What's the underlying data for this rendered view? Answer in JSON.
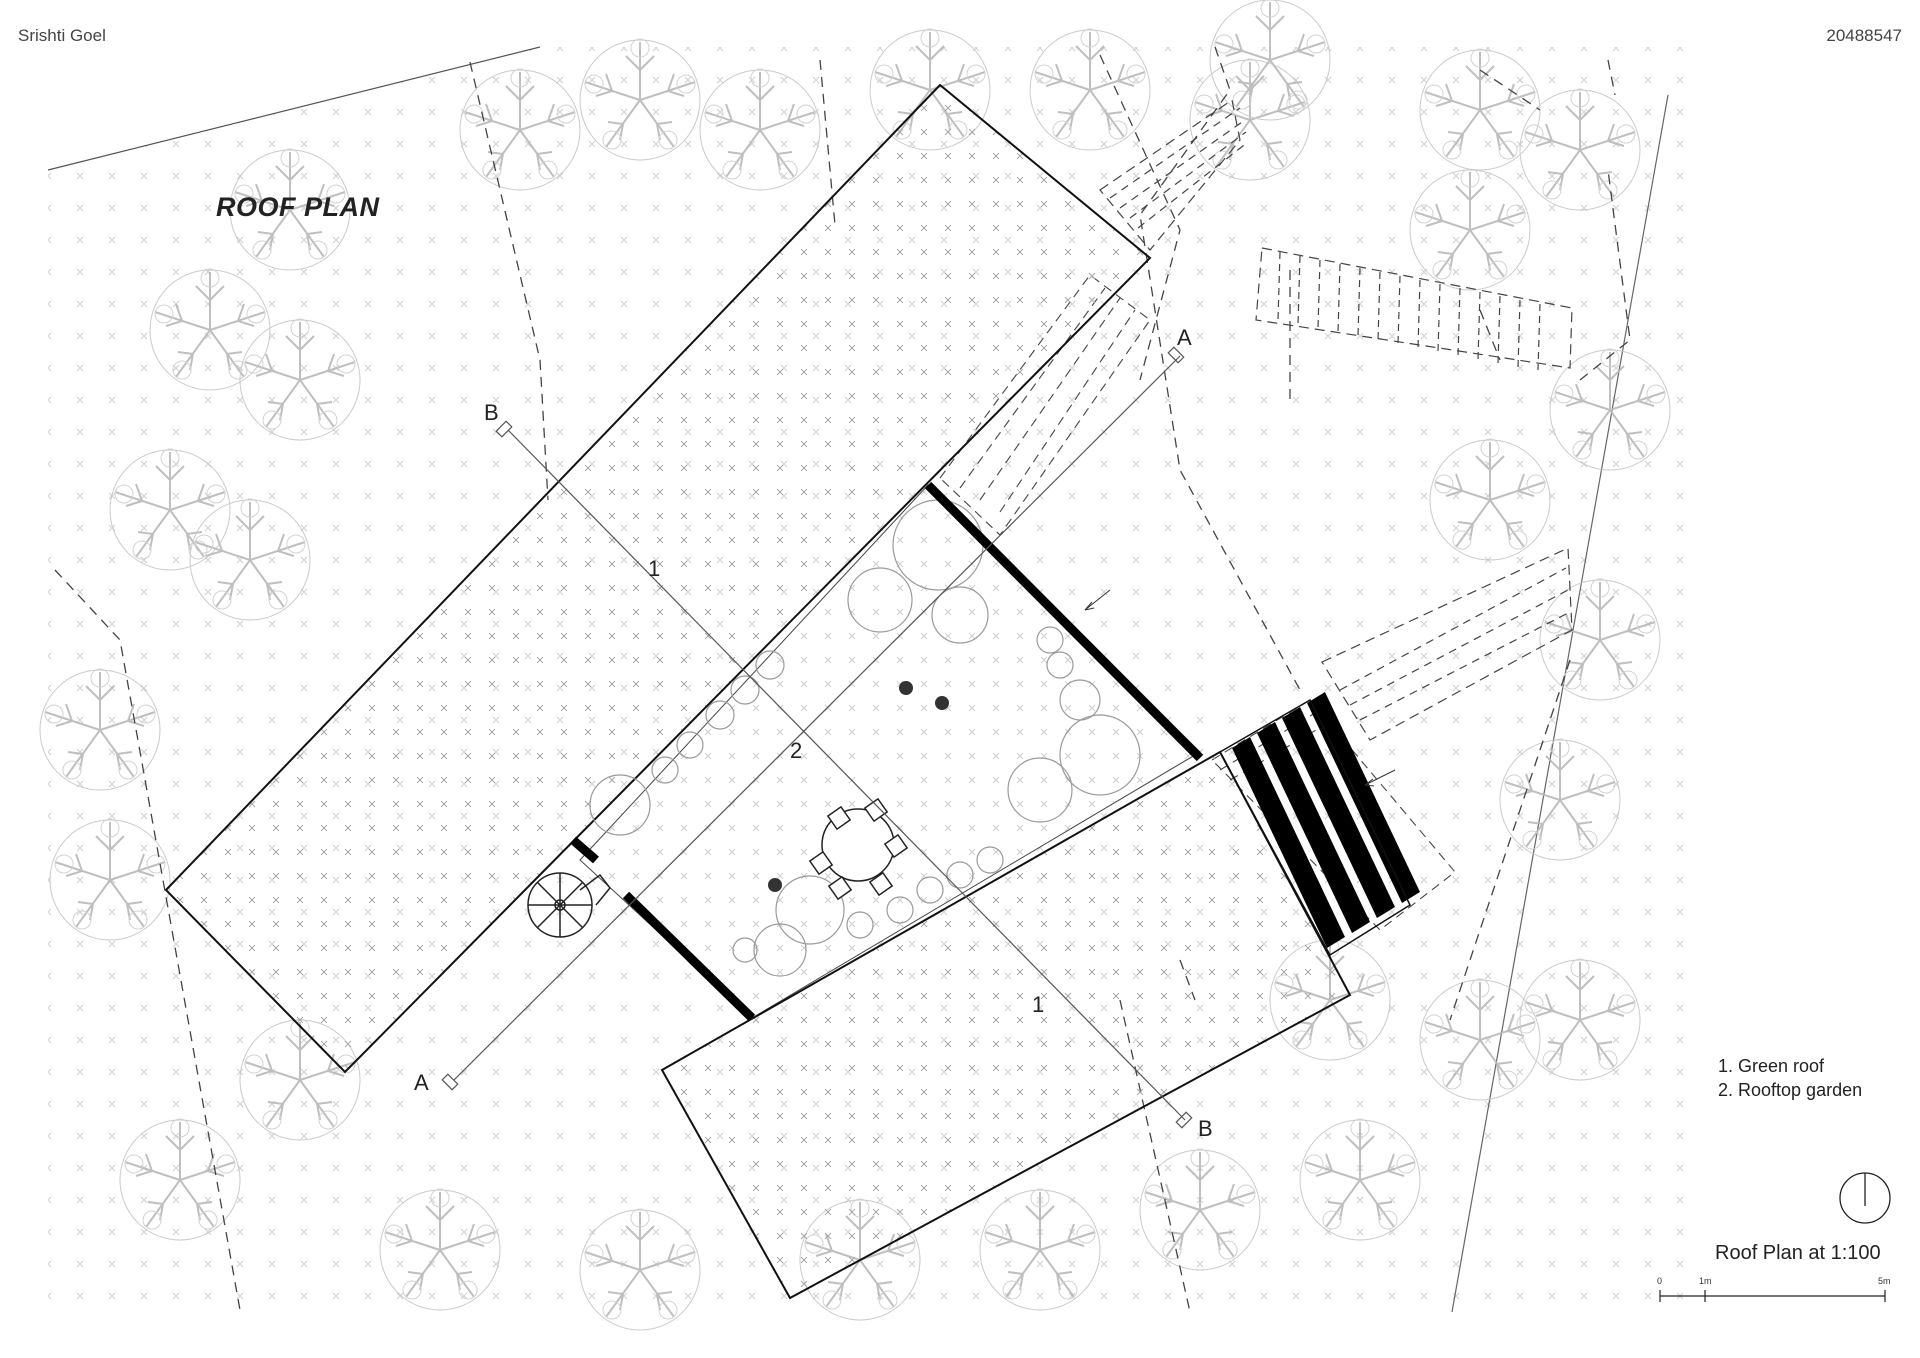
{
  "header": {
    "author": "Srishti Goel",
    "student_id": "20488547"
  },
  "drawing": {
    "title": "ROOF PLAN",
    "zone_labels": [
      "1",
      "2",
      "1"
    ],
    "section_markers": [
      "A",
      "A",
      "B",
      "B"
    ]
  },
  "legend": {
    "items": [
      "1. Green roof",
      "2. Rooftop garden"
    ]
  },
  "scale": {
    "title": "Roof Plan at 1:100",
    "ticks": [
      "0",
      "1m",
      "5m"
    ]
  },
  "colors": {
    "tree": "#bdbdbd",
    "wall": "#000000",
    "line": "#222222",
    "hatch": "#9a9a9a"
  }
}
